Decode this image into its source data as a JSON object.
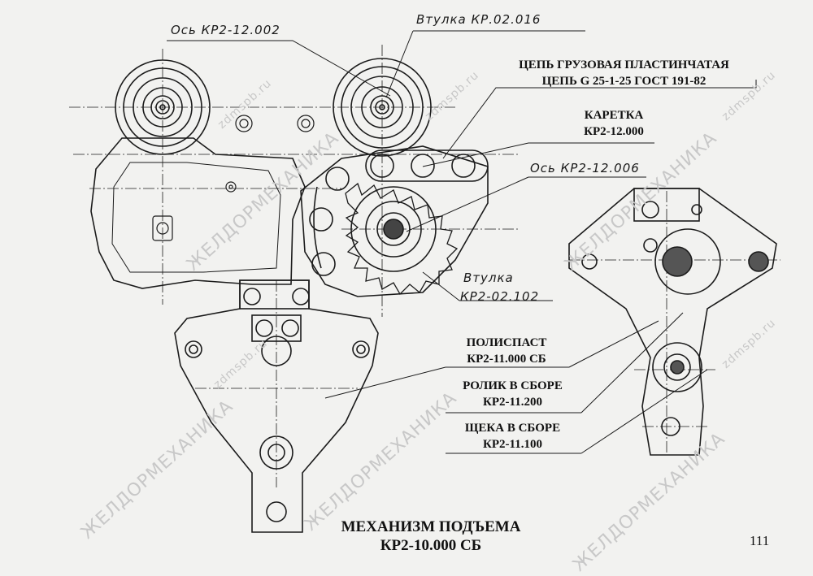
{
  "labels": {
    "os_12_002": "Ось КР2-12.002",
    "vtulka_02_016": "Втулка КР.02.016",
    "chain_line1": "ЦЕПЬ ГРУЗОВАЯ ПЛАСТИНЧАТАЯ",
    "chain_line2": "ЦЕПЬ G 25-1-25 ГОСТ 191-82",
    "karetka_line1": "КАРЕТКА",
    "karetka_line2": "КР2-12.000",
    "os_12_006": "Ось КР2-12.006",
    "vtulka_line1": "Втулка",
    "vtulka_line2": "КР2-02.102",
    "polispast_line1": "ПОЛИСПАСТ",
    "polispast_line2": "КР2-11.000 СБ",
    "rolik_line1": "РОЛИК В СБОРЕ",
    "rolik_line2": "КР2-11.200",
    "scheka_line1": "ЩЕКА В СБОРЕ",
    "scheka_line2": "КР2-11.100"
  },
  "title": {
    "line1": "МЕХАНИЗМ ПОДЪЕМА",
    "line2": "КР2-10.000 СБ"
  },
  "page_number": "111",
  "watermarks": {
    "brand": "ЖЕЛДОРМЕХАНИКА",
    "site": "zdmspb.ru"
  }
}
